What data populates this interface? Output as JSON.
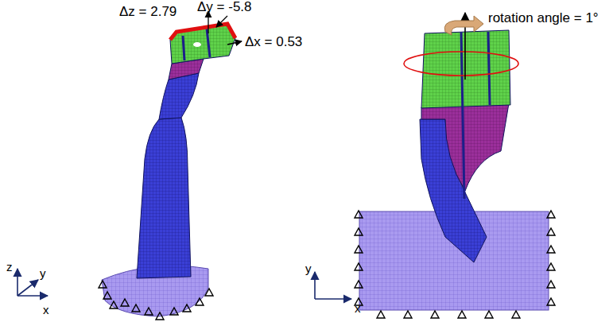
{
  "diagram": {
    "labels": [
      "Δz = 2.79",
      "Δy = -5.8",
      "Δx = 0.53",
      "rotation angle = 1°",
      "z",
      "y",
      "x",
      "y",
      "x"
    ]
  }
}
